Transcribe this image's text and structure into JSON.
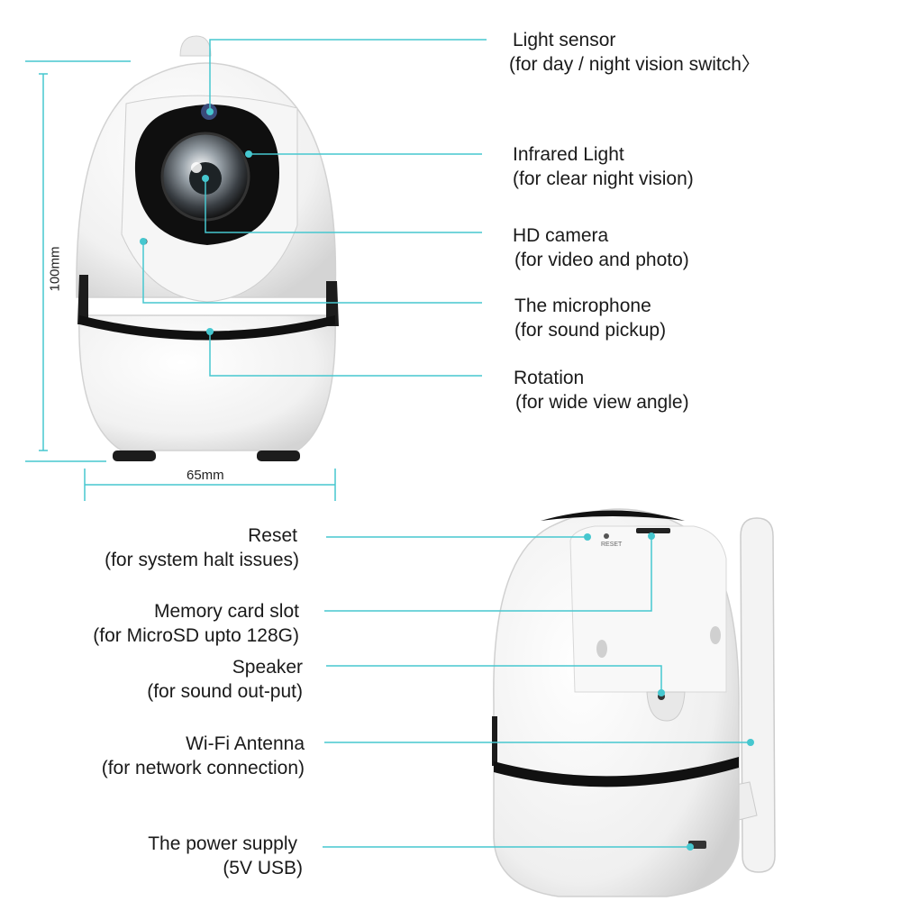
{
  "colors": {
    "leader_line": "#46c7cf",
    "dimension_line": "#46c7cf",
    "camera_body": "#f4f4f4",
    "lens_black": "#111111"
  },
  "dimensions": {
    "height": "100mm",
    "width": "65mm"
  },
  "front_callouts": [
    {
      "title": "Light sensor",
      "subtitle": "(for day / night vision switch〉"
    },
    {
      "title": "Infrared Light",
      "subtitle": "(for clear night vision)"
    },
    {
      "title": "HD camera",
      "subtitle": "(for video and photo)"
    },
    {
      "title": "The microphone",
      "subtitle": "(for sound pickup)"
    },
    {
      "title": "Rotation",
      "subtitle": "(for wide view angle)"
    }
  ],
  "back_callouts": [
    {
      "title": "Reset",
      "subtitle": "(for system halt issues)"
    },
    {
      "title": "Memory card slot",
      "subtitle": "(for MicroSD upto 128G)"
    },
    {
      "title": "Speaker",
      "subtitle": "(for sound out-put)"
    },
    {
      "title": "Wi-Fi Antenna",
      "subtitle": "(for network connection)"
    },
    {
      "title": "The power supply",
      "subtitle": "(5V USB)"
    }
  ],
  "back_reset_print": "RESET"
}
